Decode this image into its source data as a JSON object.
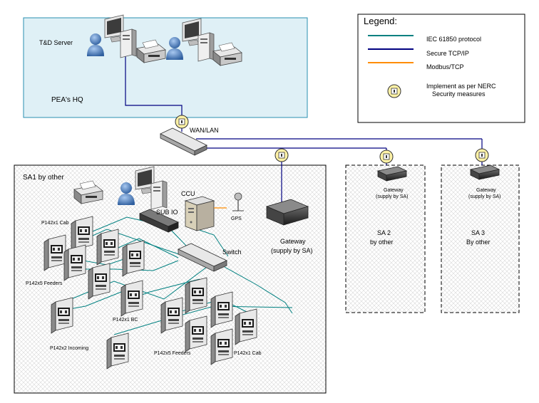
{
  "hq": {
    "server_label": "T&D Server",
    "hq_label": "PEA's HQ"
  },
  "network": {
    "wan_label": "WAN/LAN"
  },
  "legend": {
    "title": "Legend:",
    "items": [
      {
        "label": "IEC 61850 protocol",
        "color": "#008080"
      },
      {
        "label": "Secure TCP/IP",
        "color": "#000080"
      },
      {
        "label": "Modbus/TCP",
        "color": "#ff8c00"
      }
    ],
    "nerc_line1": "Implement as per NERC",
    "nerc_line2": "Security measures"
  },
  "sa1": {
    "title": "SA1 by other",
    "ccu": "CCU",
    "gps": "GPS",
    "sub_io": "SUB IO",
    "switch": "Switch",
    "gateway_line1": "Gateway",
    "gateway_line2": "(supply by SA)",
    "p142x1_cab_top": "P142x1 Cab",
    "p142x5_feeders_left": "P142x5 Feeders",
    "p142x1_bc": "P142x1 BC",
    "p142x2_incoming": "P142x2 Incoming",
    "p142x5_feeders_bottom": "P142x5 Feeders",
    "p142x1_cab_bottom": "P142x1 Cab"
  },
  "sa2": {
    "gateway_line1": "Gateway",
    "gateway_line2": "(supply by SA)",
    "name_line1": "SA 2",
    "name_line2": "by other"
  },
  "sa3": {
    "gateway_line1": "Gateway",
    "gateway_line2": "(supply by SA)",
    "name_line1": "SA 3",
    "name_line2": "By other"
  },
  "colors": {
    "iec61850": "#008080",
    "secure_tcp": "#000080",
    "modbus": "#ff8c00",
    "hq_fill": "#dff0f6",
    "hq_border": "#2a8fb0",
    "lock_fill": "#fff2a6"
  }
}
